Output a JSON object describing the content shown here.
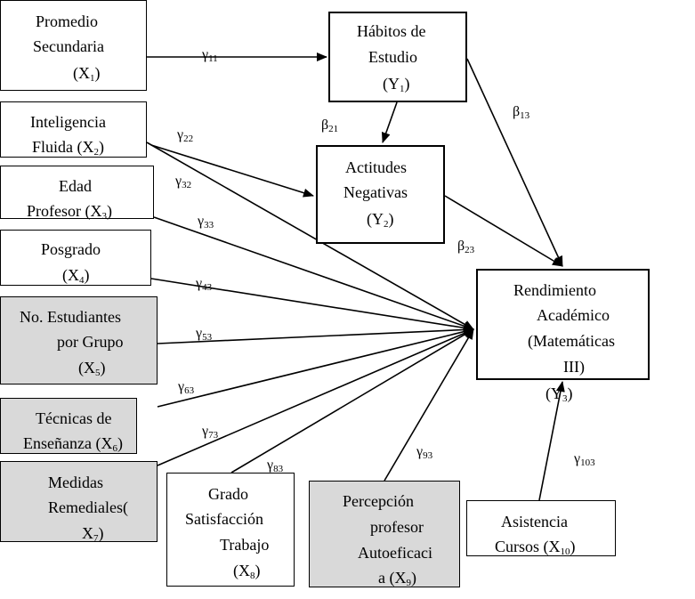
{
  "nodes": {
    "x1": {
      "lines": [
        "Promedio",
        "Secundaria",
        "(X|1|)"
      ]
    },
    "x2": {
      "lines": [
        "Inteligencia",
        "Fluida (X|2|)"
      ]
    },
    "x3": {
      "lines": [
        "Edad",
        "Profesor (X|3|)"
      ]
    },
    "x4": {
      "lines": [
        "Posgrado",
        "(X|4|)"
      ]
    },
    "x5": {
      "lines": [
        "No. Estudiantes",
        "por Grupo",
        "(X|5|)"
      ]
    },
    "x6": {
      "lines": [
        "Técnicas de",
        "Enseñanza (X|6|)"
      ]
    },
    "x7": {
      "lines": [
        "Medidas",
        "Remediales(",
        "X|7|)"
      ]
    },
    "x8": {
      "lines": [
        "Grado",
        "Satisfacción",
        "Trabajo",
        "(X|8|)"
      ]
    },
    "x9": {
      "lines": [
        "Percepción",
        "profesor",
        "Autoeficaci",
        "a (X|9|)"
      ]
    },
    "x10": {
      "lines": [
        "Asistencia",
        "Cursos (X|10|)"
      ]
    },
    "y1": {
      "lines": [
        "Hábitos de",
        "Estudio",
        "(Y|1|)"
      ]
    },
    "y2": {
      "lines": [
        "Actitudes",
        "Negativas",
        "(Y|2|)"
      ]
    },
    "y3": {
      "lines": [
        "Rendimiento",
        "Académico",
        "(Matemáticas",
        "III)",
        "(Y|3|)"
      ]
    }
  },
  "paths": {
    "g11": "γ|11",
    "g22": "γ|22",
    "g32": "γ|32",
    "g33": "γ|33",
    "g43": "γ|43",
    "g53": "γ|53",
    "g63": "γ|63",
    "g73": "γ|73",
    "g83": "γ|83",
    "g93": "γ|93",
    "g103": "γ|103",
    "b21": "β|21",
    "b13": "β|13",
    "b23": "β|23"
  }
}
